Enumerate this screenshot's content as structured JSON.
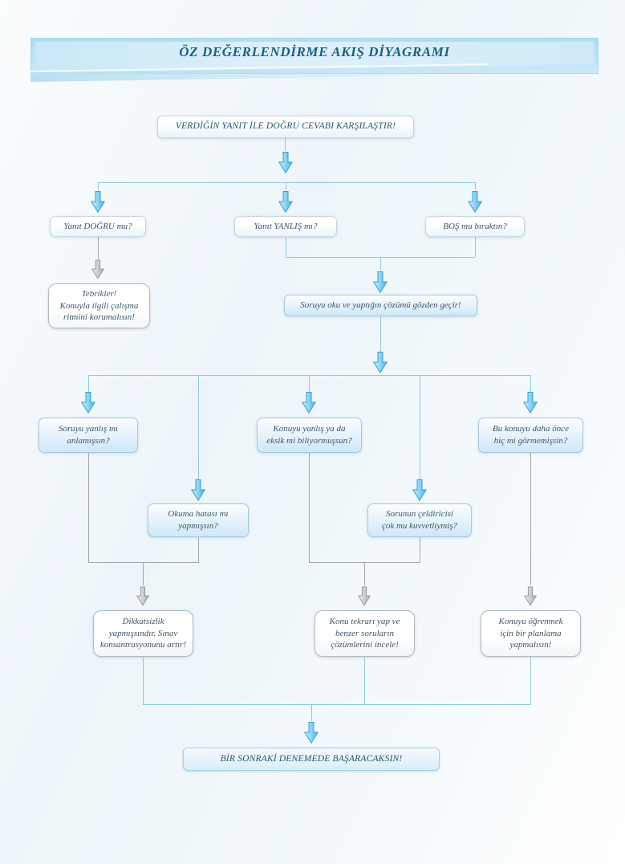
{
  "title": "ÖZ DEĞERLENDİRME AKIŞ DİYAGRAMI",
  "nodes": {
    "start": {
      "label": "VERDİĞİN YANIT İLE DOĞRU CEVABI KARŞILAŞTIR!"
    },
    "correct": {
      "label": "Yanıt DOĞRU mu?"
    },
    "wrong": {
      "label": "Yanıt YANLIŞ mı?"
    },
    "blank": {
      "label": "BOŞ mu bıraktın?"
    },
    "congrats": {
      "label": "Tebrikler!\nKonuyla ilgili çalışma\nritmini korumalısın!"
    },
    "review": {
      "label": "Soruyu oku ve yaptığın çözümü gözden geçir!"
    },
    "misread": {
      "label": "Soruyu yanlış mı\nanlamışsın?"
    },
    "reading_error": {
      "label": "Okuma hatası mı\nyapmışsın?"
    },
    "knowledge_gap": {
      "label": "Konuyu yanlış ya da\neksik mi biliyormuşsun?"
    },
    "distractor": {
      "label": "Sorunun çeldiricisi\nçok mu kuvvetliymiş?"
    },
    "never_seen": {
      "label": "Bu konuyu daha önce\nhiç mi görmemişsin?"
    },
    "carelessness": {
      "label": "Dikkatsizlik\nyapmışsındır. Sınav\nkonsantrasyonunu artır!"
    },
    "repeat_topic": {
      "label": "Konu tekrarı yap ve\nbenzer soruların\nçözümlerini incele!"
    },
    "plan": {
      "label": "Konuyu öğrenmek\niçin bir planlama\nyapmalısın!"
    },
    "final": {
      "label": "BİR SONRAKİ DENEMEDE BAŞARACAKSIN!"
    }
  },
  "edges": [
    {
      "from": "start",
      "to": [
        "correct",
        "wrong",
        "blank"
      ],
      "arrow": "blue"
    },
    {
      "from": "correct",
      "to": [
        "congrats"
      ],
      "arrow": "gray"
    },
    {
      "from": "wrong+blank",
      "to": [
        "review"
      ],
      "arrow": "blue"
    },
    {
      "from": "review",
      "to": [
        "misread",
        "reading_error",
        "knowledge_gap",
        "distractor",
        "never_seen"
      ],
      "arrow": "blue"
    },
    {
      "from": "misread+reading_error",
      "to": [
        "carelessness"
      ],
      "arrow": "gray"
    },
    {
      "from": "knowledge_gap+distractor",
      "to": [
        "repeat_topic"
      ],
      "arrow": "gray"
    },
    {
      "from": "never_seen",
      "to": [
        "plan"
      ],
      "arrow": "gray"
    },
    {
      "from": "carelessness+repeat_topic+plan",
      "to": [
        "final"
      ],
      "arrow": "blue"
    }
  ],
  "icons": {
    "down_arrow": "⬇"
  },
  "colors": {
    "title_text": "#1b6080",
    "banner_fill": "#bde3f4",
    "arrow_blue": "#4cb6e6",
    "arrow_gray": "#ababab",
    "line_blue": "#8ec9e3",
    "line_gray": "#a6a6a6",
    "box_blue_fill": "#cde8f7",
    "box_text": "#3c5666"
  }
}
